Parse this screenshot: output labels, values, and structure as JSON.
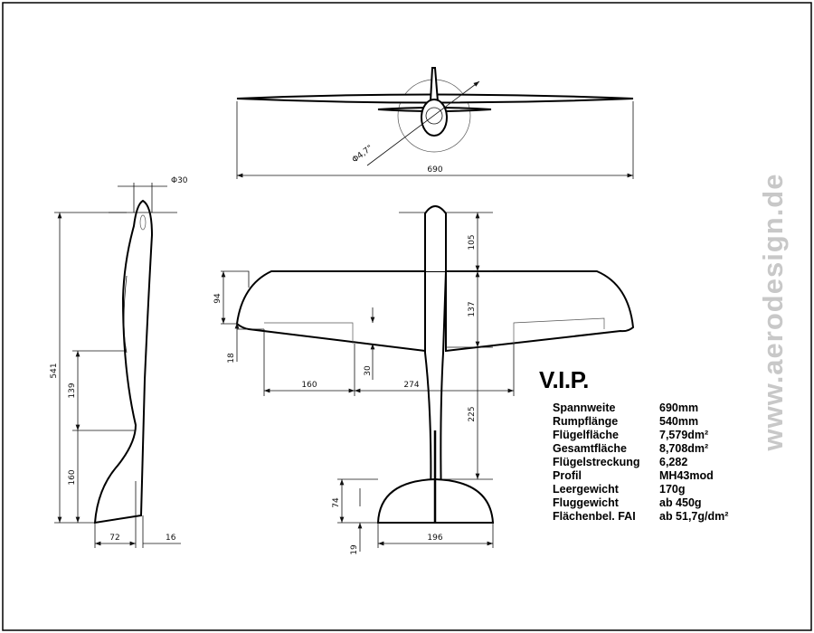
{
  "drawing": {
    "front_view": {
      "span_label": "690",
      "diameter_label": "Φ4,7\""
    },
    "side_view": {
      "diameter_label": "Φ30",
      "length_label": "541",
      "dim_139": "139",
      "dim_160": "160",
      "dim_72": "72",
      "dim_16": "16"
    },
    "top_view": {
      "dim_94": "94",
      "dim_18": "18",
      "dim_160": "160",
      "dim_274": "274",
      "dim_30": "30",
      "dim_105": "105",
      "dim_137": "137",
      "dim_225": "225",
      "dim_74": "74",
      "dim_19": "19",
      "dim_196": "196"
    }
  },
  "specs": {
    "title": "V.I.P.",
    "rows": [
      {
        "label": "Spannweite",
        "value": "690mm"
      },
      {
        "label": "Rumpflänge",
        "value": "540mm"
      },
      {
        "label": "Flügelfläche",
        "value": "7,579dm²"
      },
      {
        "label": "Gesamtfläche",
        "value": "8,708dm²"
      },
      {
        "label": "Flügelstreckung",
        "value": "6,282"
      },
      {
        "label": "Profil",
        "value": "MH43mod"
      },
      {
        "label": "Leergewicht",
        "value": "170g"
      },
      {
        "label": "Fluggewicht",
        "value": "ab 450g"
      },
      {
        "label": "Flächenbel. FAI",
        "value": "ab 51,7g/dm²"
      }
    ]
  },
  "watermark": "www.aerodesign.de"
}
